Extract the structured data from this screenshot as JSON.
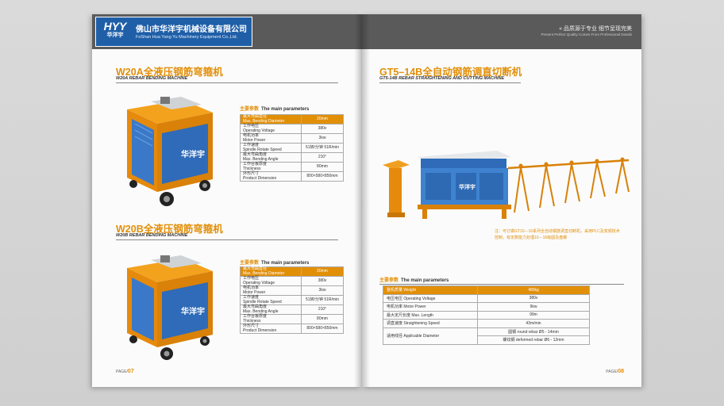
{
  "brand": {
    "logo": "HYY",
    "logo_sub": "华洋宇",
    "company_cn": "佛山市华洋宇机械设备有限公司",
    "company_en": "FoShan Hua Yang Yu Machinery Equipment Co.,Ltd."
  },
  "slogan": {
    "cn": "« 品质源于专业  细节呈现完美",
    "en": "Present Perfect Quality Comes From Professional Details"
  },
  "colors": {
    "accent": "#e28f08",
    "brand_blue": "#1f5fa8",
    "header_gray": "#5a5a5a"
  },
  "left_page": {
    "products": [
      {
        "title": "W20A全液压钢筋弯箍机",
        "subtitle": "W20A REBAR BENDING MACHINE",
        "section_cn": "主要参数",
        "section_en": "The main parameters",
        "params": [
          {
            "cn": "最大弯曲直径",
            "en": "Max. Bending Diameter",
            "value": "20mm"
          },
          {
            "cn": "工作电压",
            "en": "Operating Voltage",
            "value": "380v"
          },
          {
            "cn": "电机功率",
            "en": "Motor Power",
            "value": "3kw"
          },
          {
            "cn": "工作速度",
            "en": "Spindle Rotate Speed",
            "value": "51转/分钟  51R/min"
          },
          {
            "cn": "最大弯曲角度",
            "en": "Max. Bending Angle",
            "value": "210°"
          },
          {
            "cn": "工作台板厚度",
            "en": "Thickness",
            "value": "80mm"
          },
          {
            "cn": "外形尺寸",
            "en": "Product Dimension",
            "value": "800×580×850mm"
          }
        ]
      },
      {
        "title": "W20B全液压钢筋弯箍机",
        "subtitle": "W20B REBAR BENDING MACHINE",
        "section_cn": "主要参数",
        "section_en": "The main parameters",
        "params": [
          {
            "cn": "最大弯曲直径",
            "en": "Max. Bending Diameter",
            "value": "20mm"
          },
          {
            "cn": "工作电压",
            "en": "Operating Voltage",
            "value": "380v"
          },
          {
            "cn": "电机功率",
            "en": "Motor Power",
            "value": "3kw"
          },
          {
            "cn": "工作速度",
            "en": "Spindle Rotate Speed",
            "value": "51转/分钟  51R/min"
          },
          {
            "cn": "最大弯曲角度",
            "en": "Max. Bending Angle",
            "value": "210°"
          },
          {
            "cn": "工作台板厚度",
            "en": "Thickness",
            "value": "80mm"
          },
          {
            "cn": "外形尺寸",
            "en": "Product Dimension",
            "value": "800×580×850mm"
          }
        ]
      }
    ],
    "page_label": "PAGE/",
    "page_number": "07"
  },
  "right_page": {
    "title": "GT5–14B全自动钢筋调直切断机",
    "subtitle": "GT5-14B  REBAR STRAIGHTENING AND CUTTING MACHINE",
    "note": "注：可订做GT10－16系列全自动钢筋调直切断机，采用PLC及变频技术控制，有定数能力处理10－16级圆及盘螺",
    "section_cn": "主要参数",
    "section_en": "The main parameters",
    "params": [
      {
        "label": "整机质量 Weight",
        "value": "480kg"
      },
      {
        "label": "电压电压 Operating Voltage",
        "value": "380v"
      },
      {
        "label": "电机功率 Motor Power",
        "value": "9kw"
      },
      {
        "label": "最大定尺长度 Max. Length",
        "value": "99m"
      },
      {
        "label": "调直速度 Straightening Speed",
        "value": "43m/min"
      },
      {
        "label": "适用线径 Applicable Diameter",
        "value": "圆钢 round rebar Ø5 - 14mm",
        "value2": "螺纹钢 deformed rebar Ø6 - 12mm"
      }
    ],
    "page_label": "PAGE/",
    "page_number": "08"
  }
}
